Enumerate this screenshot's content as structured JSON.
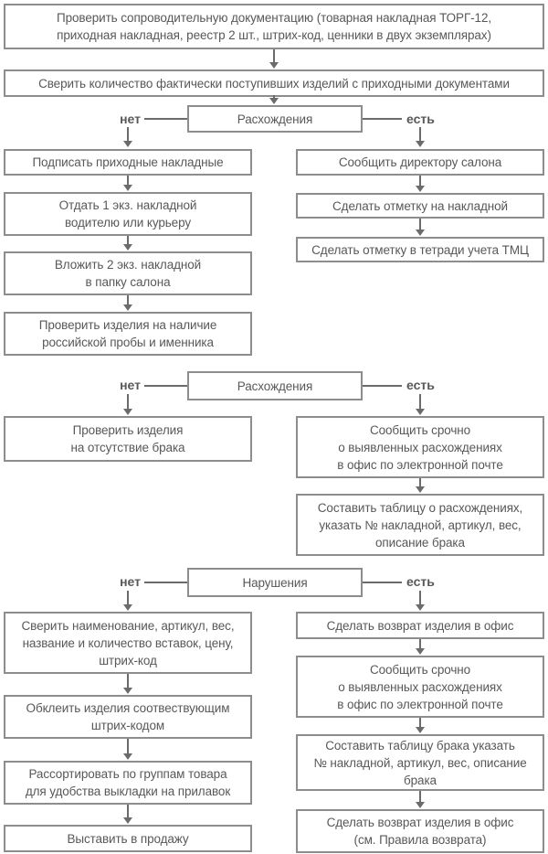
{
  "colors": {
    "background": "#ffffff",
    "box_border": "#8d8d8d",
    "text": "#58585a",
    "connector": "#6b6b6b"
  },
  "flow": {
    "intro": [
      {
        "text": "Проверить сопроводительную документацию (товарная накладная ТОРГ-12,\nприходная накладная, реестр 2 шт., штрих-код, ценники в двух экземплярах)"
      },
      {
        "text": "Сверить количество фактически поступивших изделий с приходными документами"
      }
    ],
    "sections": [
      {
        "decision": "Расхождения",
        "no_label": "нет",
        "yes_label": "есть",
        "no_branch": [
          {
            "text": "Подписать приходные накладные"
          },
          {
            "text": "Отдать 1 экз. накладной\nводителю или курьеру"
          },
          {
            "text": "Вложить 2 экз. накладной\nв папку салона"
          },
          {
            "text": "Проверить изделия на наличие\nроссийской пробы и именника"
          }
        ],
        "yes_branch": [
          {
            "text": "Сообщить директору салона"
          },
          {
            "text": "Сделать отметку на накладной"
          },
          {
            "text": "Сделать отметку в тетради учета ТМЦ"
          }
        ]
      },
      {
        "decision": "Расхождения",
        "no_label": "нет",
        "yes_label": "есть",
        "no_branch": [
          {
            "text": "Проверить изделия\nна отсутствие брака"
          }
        ],
        "yes_branch": [
          {
            "text": "Сообщить срочно\nо выявленных расхождениях\nв офис по электронной почте"
          },
          {
            "text": "Составить таблицу о расхождениях,\nуказать № накладной, артикул, вес,\nописание брака"
          }
        ]
      },
      {
        "decision": "Нарушения",
        "no_label": "нет",
        "yes_label": "есть",
        "no_branch": [
          {
            "text": "Сверить наименование, артикул, вес,\nназвание и количество вставок, цену,\nштрих-код"
          },
          {
            "text": "Обклеить изделия соотвествующим\nштрих-кодом"
          },
          {
            "text": "Рассортировать по группам товара\nдля удобства выкладки на прилавок"
          },
          {
            "text": "Выставить в продажу"
          }
        ],
        "yes_branch": [
          {
            "text": "Сделать возврат изделия в офис"
          },
          {
            "text": "Сообщить срочно\nо выявленных расхождениях\nв офис по электронной почте"
          },
          {
            "text": "Составить таблицу брака указать\n№ накладной, артикул, вес, описание\nбрака"
          },
          {
            "text": "Сделать возврат изделия в офис\n(см. Правила возврата)"
          }
        ]
      }
    ]
  }
}
